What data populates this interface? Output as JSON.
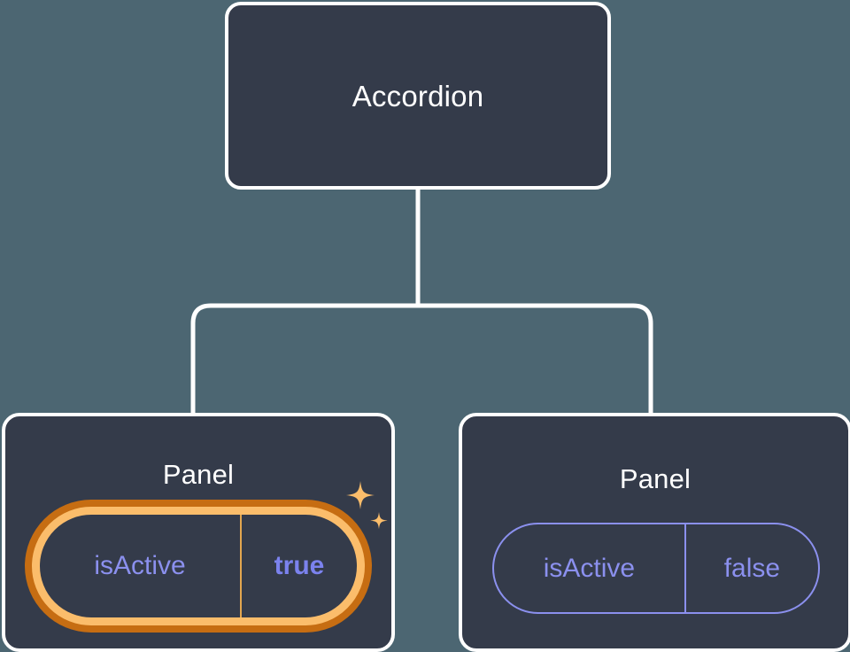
{
  "theme": {
    "background": "#4c6672",
    "card_fill": "#343b4a",
    "card_border": "#ffffff",
    "connector": "#ffffff",
    "prop_text": "#8b90ee",
    "highlight_inner": "#fbbd6b",
    "highlight_outer": "#c66d12",
    "sparkle": "#fbbd6b"
  },
  "tree": {
    "root": {
      "title": "Accordion"
    },
    "children": [
      {
        "title": "Panel",
        "highlighted": true,
        "prop": {
          "key": "isActive",
          "value": "true"
        },
        "decoration": "sparkles-icon"
      },
      {
        "title": "Panel",
        "highlighted": false,
        "prop": {
          "key": "isActive",
          "value": "false"
        }
      }
    ]
  }
}
